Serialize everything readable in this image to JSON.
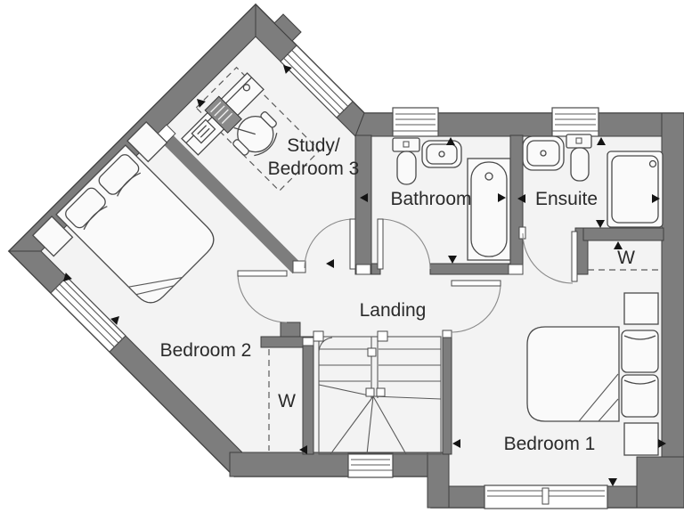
{
  "colors": {
    "wall": "#7d7d7d",
    "floor": "#f3f3f3",
    "line": "#3f3f3f",
    "fixture": "#fafafa",
    "text": "#2a2a2a"
  },
  "rooms": {
    "study": {
      "label": [
        "Study/",
        "Bedroom 3"
      ]
    },
    "bathroom": {
      "label": "Bathroom"
    },
    "ensuite": {
      "label": "Ensuite"
    },
    "landing": {
      "label": "Landing"
    },
    "bedroom2": {
      "label": "Bedroom 2"
    },
    "bedroom1": {
      "label": "Bedroom 1"
    },
    "wardrobe_bedroom2": {
      "label": "W"
    },
    "wardrobe_bedroom1": {
      "label": "W"
    }
  },
  "icons": {
    "fixtures": [
      "double-bed",
      "pillow",
      "bedside-table",
      "toilet",
      "wash-basin",
      "bath-tub",
      "shower-enclosure",
      "desk",
      "computer-monitor",
      "keyboard",
      "office-chair",
      "winder-staircase",
      "window",
      "door-swing",
      "dimension-arrow",
      "wardrobe-dashed-front"
    ]
  }
}
